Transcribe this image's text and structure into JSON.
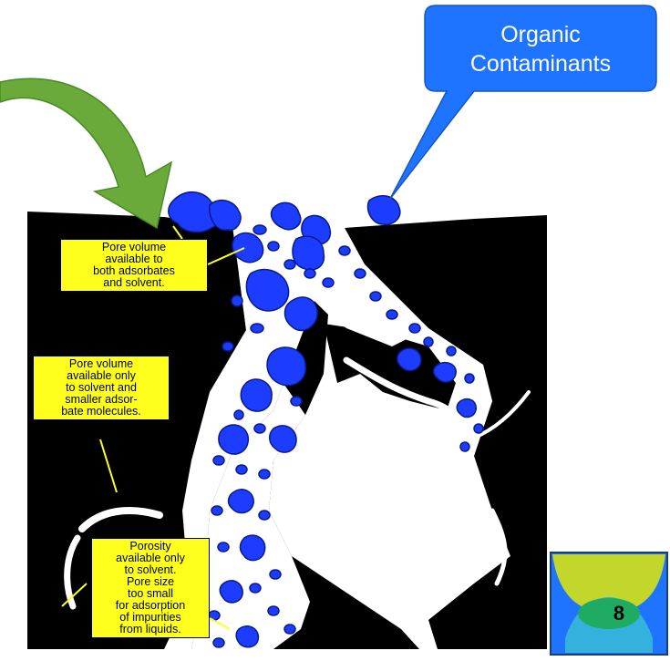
{
  "callout": {
    "line1": "Organic",
    "line2": "Contaminants",
    "color": "#1f74ff"
  },
  "labels": {
    "label1": [
      "Pore volume",
      "available to",
      "both adsorbates",
      "and solvent."
    ],
    "label2": [
      "Pore volume",
      "available only",
      "to solvent and",
      "smaller adsor-",
      "bate molecules."
    ],
    "label3": [
      "Porosity",
      "available only",
      "to solvent.",
      "Pore size",
      "too small",
      "for adsorption",
      "of impurities",
      "from liquids."
    ]
  },
  "colors": {
    "adsorbent": "#000000",
    "contaminant": "#1c3cff",
    "label_fill": "#ffff1e",
    "arrow": "#6aaa3a"
  },
  "slide_number": "8"
}
